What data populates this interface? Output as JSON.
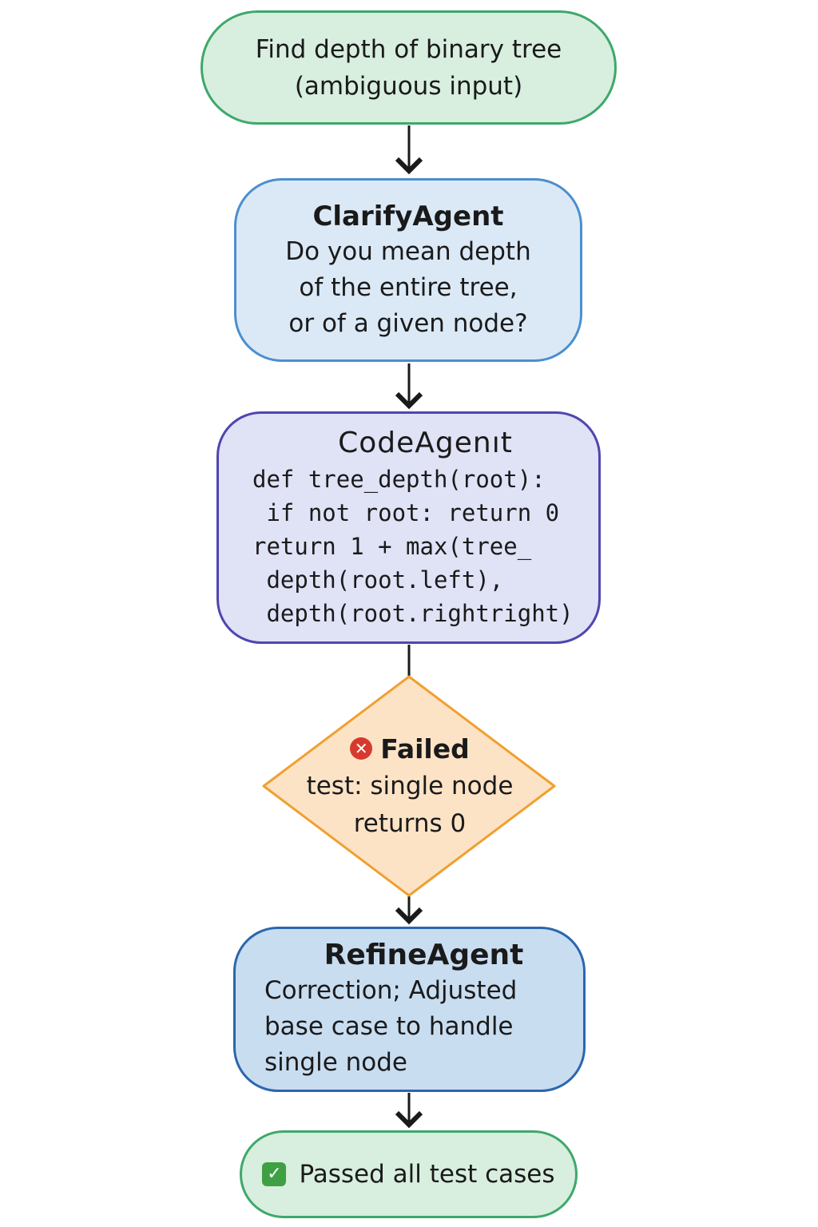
{
  "start": {
    "line1": "Find depth of binary tree",
    "line2": "(ambiguous input)"
  },
  "clarify": {
    "title": "ClarifyAgent",
    "lines": [
      "Do you mean depth",
      "of the entire tree,",
      "or of a given node?"
    ]
  },
  "code": {
    "title": "CodeAgenıt",
    "lines": [
      "def tree_depth(root):",
      " if not root: return 0",
      "return 1 + max(tree_",
      " depth(root.left),",
      " depth(root.rightright)"
    ]
  },
  "failed": {
    "icon": "x-circle-icon",
    "title": "Failed",
    "lines": [
      "test: single node",
      "returns 0"
    ]
  },
  "refine": {
    "title": "RefineAgent",
    "lines": [
      "Correction; Adjusted",
      "base case to handle",
      "single node"
    ]
  },
  "passed": {
    "icon": "check-box-icon",
    "label": "Passed all test cases"
  },
  "colors": {
    "start_fill": "#d8eedf",
    "start_border": "#3ea86b",
    "clarify_fill": "#dbe9f7",
    "clarify_border": "#4b8fce",
    "code_fill": "#e0e2f6",
    "code_border": "#4e46b0",
    "failed_fill": "#fde3c6",
    "failed_border": "#f0a030",
    "refine_fill": "#c9ddf1",
    "refine_border": "#2b67ad",
    "error_red": "#d63a2e",
    "success_green": "#3ea043"
  }
}
